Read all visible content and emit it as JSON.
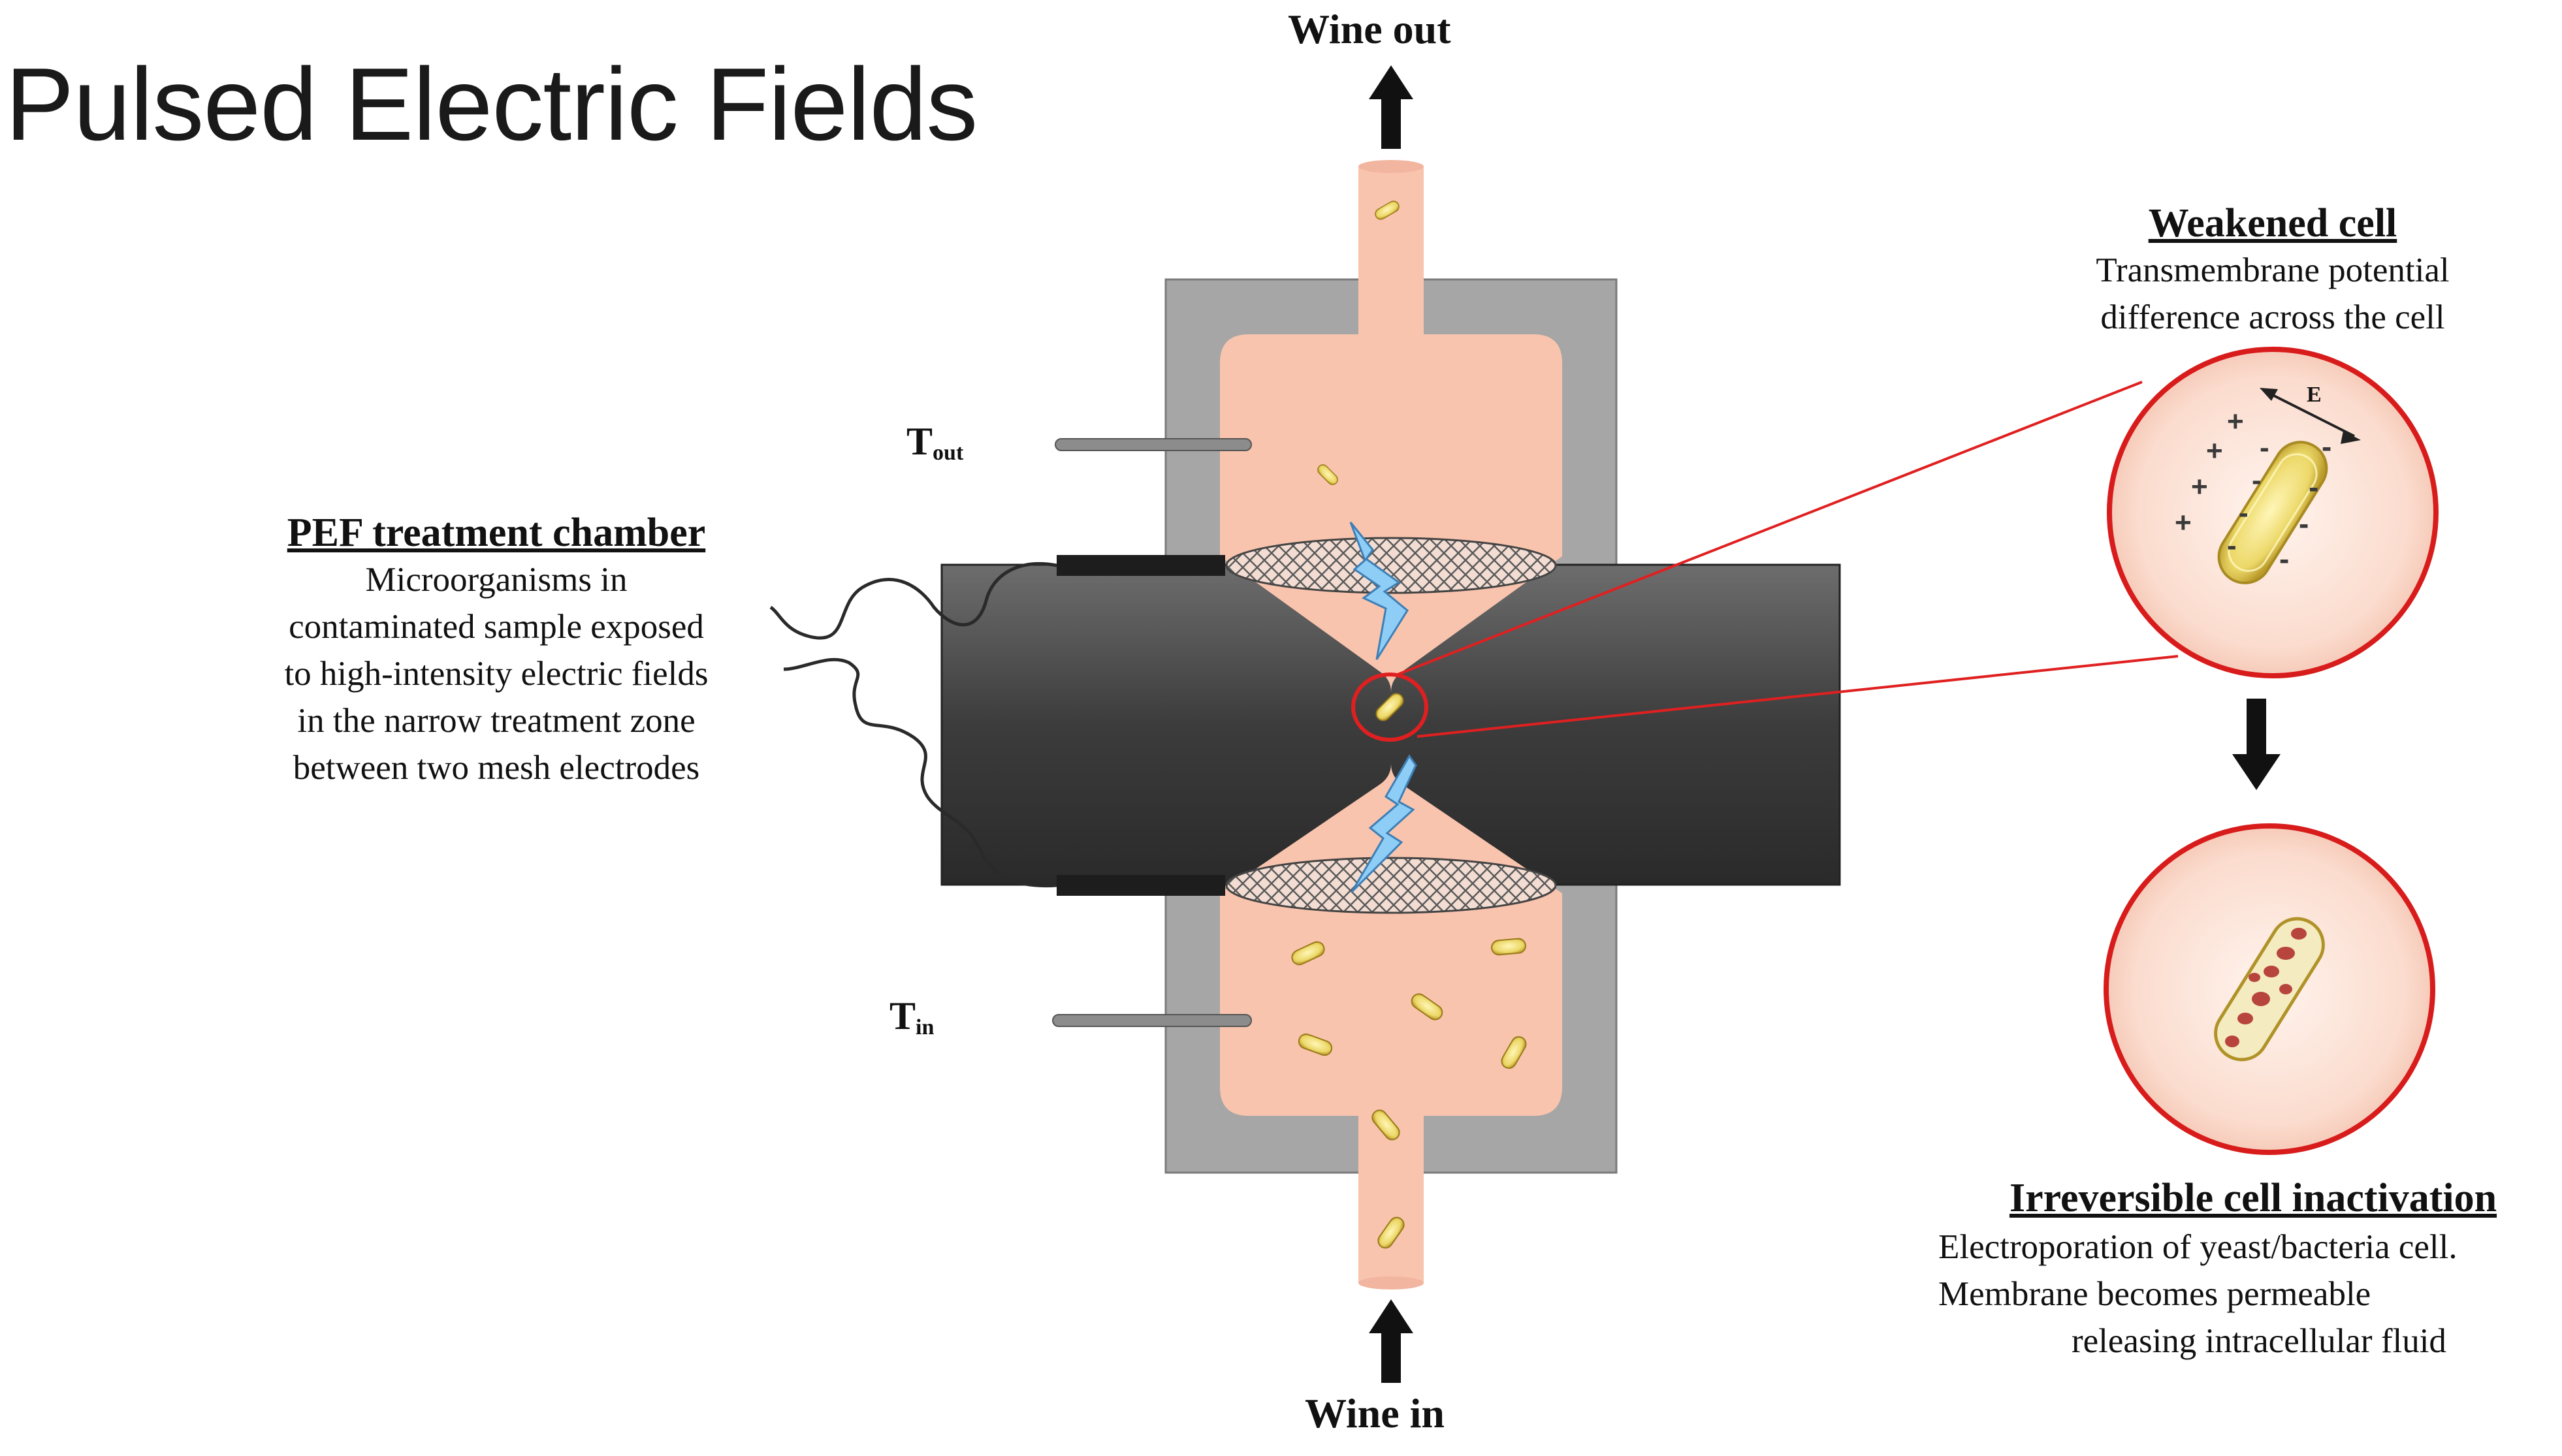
{
  "title": "Pulsed Electric Fields",
  "flow": {
    "outlet": "Wine out",
    "inlet": "Wine in"
  },
  "sensors": {
    "outlet": {
      "symbol": "T",
      "subscript": "out"
    },
    "inlet": {
      "symbol": "T",
      "subscript": "in"
    }
  },
  "chamber": {
    "heading": "PEF treatment chamber",
    "lines": [
      "Microorganisms in",
      "contaminated sample exposed",
      "to high-intensity electric fields",
      "in the narrow treatment zone",
      "between two mesh electrodes"
    ]
  },
  "weakened": {
    "heading": "Weakened cell",
    "lines": [
      "Transmembrane potential",
      "difference across the cell"
    ],
    "field_label": "E"
  },
  "inactivation": {
    "heading": "Irreversible cell inactivation",
    "lines": [
      "Electroporation of yeast/bacteria cell.",
      "Membrane becomes permeable",
      "releasing intracellular fluid"
    ]
  },
  "colors": {
    "fluid": "#f9c4ae",
    "housing": "#a6a6a6",
    "electrode_block": "#4a4a4a",
    "highlight": "#e02020",
    "cell": "#e9d455",
    "spark": "#8ecdf5"
  },
  "icons": [
    "arrow-up-icon",
    "arrow-down-icon",
    "lightning-icon",
    "bacteria-icon",
    "mesh-electrode-icon",
    "thermometer-probe-icon"
  ]
}
